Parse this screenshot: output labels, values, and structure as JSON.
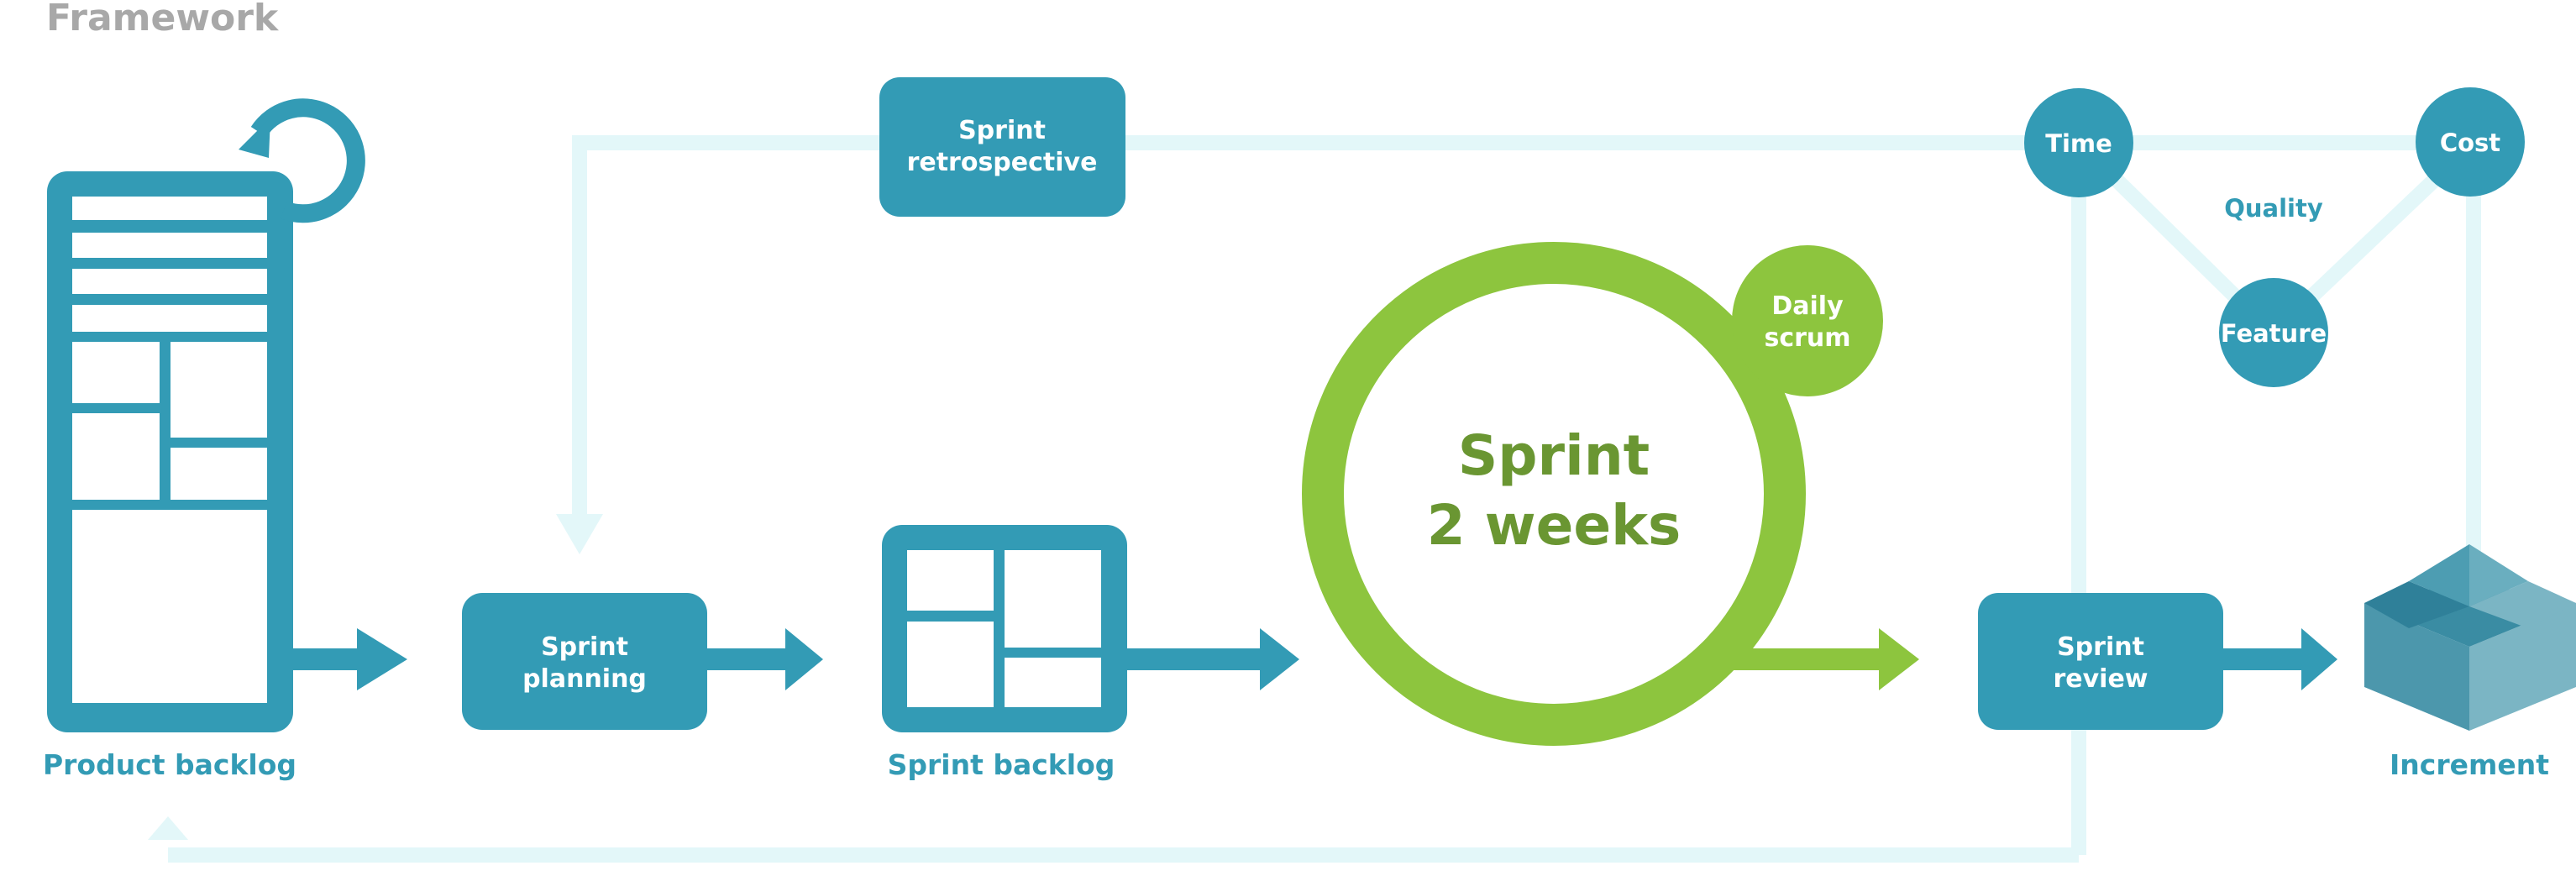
{
  "header": {
    "title": "Framework"
  },
  "colors": {
    "primary": "#339bb5",
    "loop": "#e3f7f9",
    "sprint_green": "#8dc53e",
    "sprint_text": "#6a9632",
    "header_gray": "#a8a8a8",
    "white": "#ffffff"
  },
  "product_backlog": {
    "label": "Product backlog"
  },
  "sprint_planning": {
    "line1": "Sprint",
    "line2": "planning"
  },
  "sprint_retrospective": {
    "line1": "Sprint",
    "line2": "retrospective"
  },
  "sprint_backlog": {
    "label": "Sprint backlog"
  },
  "sprint": {
    "line1": "Sprint",
    "line2": "2 weeks"
  },
  "daily_scrum": {
    "line1": "Daily",
    "line2": "scrum"
  },
  "sprint_review": {
    "line1": "Sprint",
    "line2": "review"
  },
  "increment": {
    "label": "Increment"
  },
  "triangle": {
    "time": "Time",
    "cost": "Cost",
    "feature": "Feature",
    "quality": "Quality"
  }
}
